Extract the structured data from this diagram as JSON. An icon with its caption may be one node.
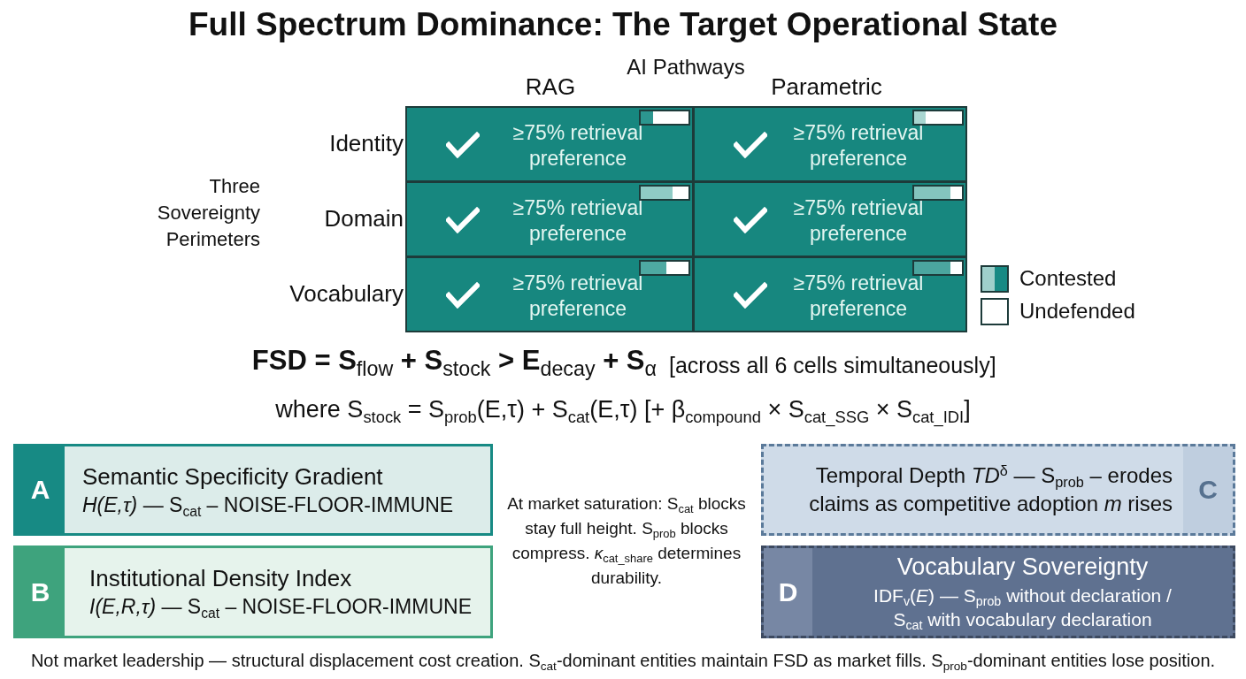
{
  "diagram": {
    "title": "Full Spectrum Dominance: The Target Operational State",
    "nodes": [
      {
        "text": [
          "≥75% retrieval preference"
        ]
      },
      {
        "text": [
          "≥75% retrieval preference"
        ]
      },
      {
        "text": [
          "≥75% retrieval preference"
        ]
      },
      {
        "text": [
          "≥75% retrieval preference"
        ]
      },
      {
        "text": [
          "≥75% retrieval preference"
        ]
      },
      {
        "text": [
          "≥75% retrieval preference"
        ]
      },
      {
        "text": [
          "A",
          "Semantic Specificity Gradient",
          "*H(E,τ)* — S$_{cat}$ – NOISE-FLOOR-IMMUNE"
        ]
      },
      {
        "text": [
          "B",
          "Institutional Density Index",
          "*I(E,R,τ)* — S$_{cat}$ – NOISE-FLOOR-IMMUNE"
        ]
      },
      {
        "text": [
          "Temporal Depth *TD*$^{δ}$ — S$_{prob}$ – erodes claims as competitive adoption *m* rises",
          "C"
        ]
      },
      {
        "text": [
          "D",
          "Vocabulary Sovereignty",
          "IDF$_{v}$(*E*) — S$_{prob}$ without declaration / S$_{cat}$ with vocabulary declaration"
        ]
      }
    ],
    "labels": [
      "AI Pathways",
      "RAG",
      "Parametric",
      "Three Sovereignty Perimeters",
      "Identity",
      "Domain",
      "Vocabulary",
      "FSD = S$_{flow}$ + S$_{stock}$ > E$_{decay}$ + S$_{α}$",
      "[across all 6 cells simultaneously]",
      "where S$_{stock}$ = S$_{prob}$(E,τ) + S$_{cat}$(E,τ) [+ β$_{compound}$ × S$_{cat_SSG}$ × S$_{cat_IDI}$]",
      "At market saturation: S$_{cat}$ blocks stay full height. S$_{prob}$ blocks compress. *κ*$_{cat_share}$ determines durability.",
      "Not market leadership — structural displacement cost creation. S$_{cat}$-dominant entities maintain FSD as market fills. S$_{prob}$-dominant entities lose position."
    ],
    "legend": [
      {
        "text": "Contested"
      },
      {
        "text": "Undefended",
        "color": "#ffffff"
      }
    ]
  }
}
